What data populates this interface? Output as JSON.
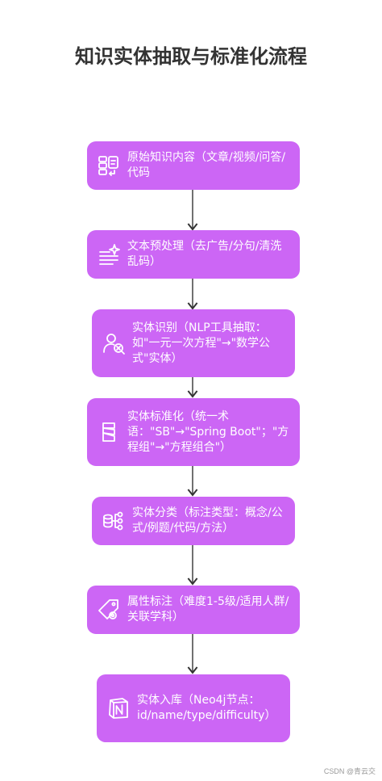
{
  "title": "知识实体抽取与标准化流程",
  "steps": [
    {
      "label": "原始知识内容（文章/视频/问答/代码",
      "icon": "document-list-icon"
    },
    {
      "label": "文本预处理（去广告/分句/清洗乱码）",
      "icon": "text-sparkle-icon"
    },
    {
      "label": "实体识别（NLP工具抽取：如\"一元一次方程\"→\"数学公式\"实体）",
      "icon": "user-search-icon"
    },
    {
      "label": "实体标准化（统一术语：\"SB\"→\"Spring Boot\"；\"方程组\"→\"方程组合\"）",
      "icon": "stack-icon"
    },
    {
      "label": "实体分类（标注类型：概念/公式/例题/代码/方法）",
      "icon": "database-tree-icon"
    },
    {
      "label": "属性标注（难度1-5级/适用人群/关联学科）",
      "icon": "tag-gear-icon"
    },
    {
      "label": "实体入库（Neo4j节点：id/name/type/difficulty）",
      "icon": "notion-icon"
    }
  ],
  "watermark": "CSDN @青云交",
  "colors": {
    "node": "#cc66f5",
    "arrow": "#333333",
    "title": "#333333"
  }
}
